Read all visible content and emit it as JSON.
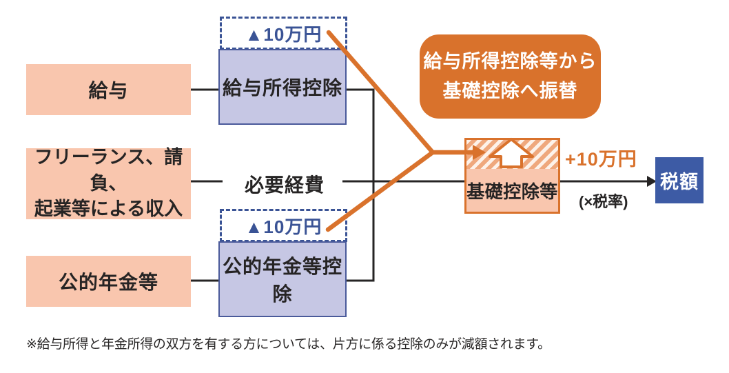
{
  "colors": {
    "orange": "#d9722c",
    "pink": "#f9c6ae",
    "purple": "#c6c7e4",
    "purple_border": "#4a5a9a",
    "deep_blue": "#3a5395",
    "tax_blue": "#3d5ba5",
    "ink": "#262424",
    "hatch_orange": "#efa87d",
    "hatch_light": "#fdf2ea"
  },
  "boxes": {
    "salary": "給与",
    "freelance_line1": "フリーランス、請負、",
    "freelance_line2": "起業等による収入",
    "pension": "公的年金等",
    "salary_deduction": "給与所得控除",
    "expenses": "必要経費",
    "pension_deduction": "公的年金等控除",
    "basic_deduction": "基礎控除等",
    "tax_amount": "税額"
  },
  "badges": {
    "salary_reduction": "▲10万円",
    "pension_reduction": "▲10万円",
    "basic_increase": "+10万円",
    "tax_rate": "(×税率)"
  },
  "callout": {
    "line1": "給与所得控除等から",
    "line2": "基礎控除へ振替"
  },
  "note": "※給与所得と年金所得の双方を有する方については、片方に係る控除のみが減額されます。"
}
